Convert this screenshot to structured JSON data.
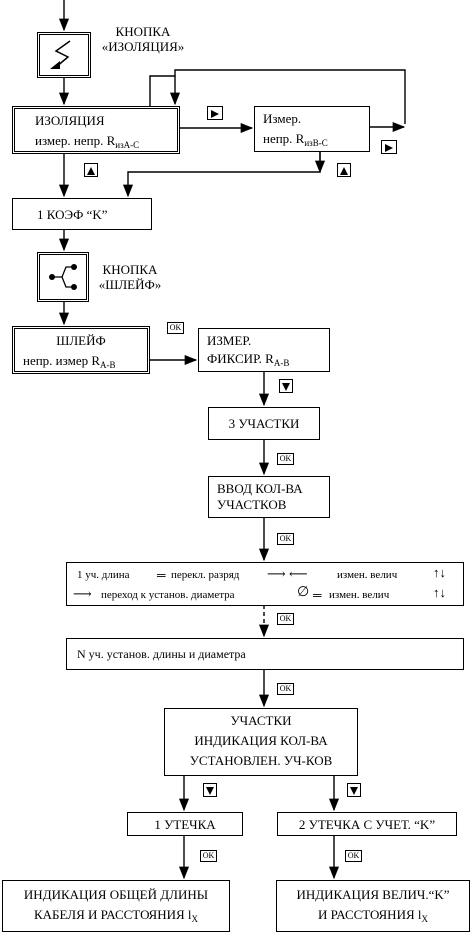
{
  "diagram": {
    "button_isolation": {
      "line1": "КНОПКА",
      "line2": "«ИЗОЛЯЦИЯ»"
    },
    "box_isolation": {
      "title": "ИЗОЛЯЦИЯ",
      "text": "измер. непр. R",
      "sub_iz": "из",
      "sub_ac": "A-C"
    },
    "box_measure_bc": {
      "line1": "Измер.",
      "line2": "непр. R",
      "sub_iz": "из",
      "sub_bc": "B-C"
    },
    "box_coef": {
      "text": "1 КОЭФ “K”"
    },
    "button_loop": {
      "line1": "КНОПКА",
      "line2": "«ШЛЕЙФ»"
    },
    "box_loop": {
      "title": "ШЛЕЙФ",
      "text": "непр. измер R",
      "sub": "A-B"
    },
    "box_measure_fix": {
      "line1": "ИЗМЕР.",
      "line2": "ФИКСИР. R",
      "sub": "A-B"
    },
    "box_sections": {
      "text": "3 УЧАСТКИ"
    },
    "box_enter_count": {
      "line1": "ВВОД КОЛ-ВА",
      "line2": "УЧАСТКОВ"
    },
    "box_section1": {
      "r1_a": "1 уч. длина",
      "r1_b": "перекл. разряд",
      "r1_c": "измен. велич",
      "r2_a": "переход к установ. диаметра",
      "r2_b": "измен. велич"
    },
    "box_sectionN": {
      "text": "N уч. установ. длины и диаметра"
    },
    "box_indication": {
      "line1": "УЧАСТКИ",
      "line2": "ИНДИКАЦИЯ КОЛ-ВА",
      "line3": "УСТАНОВЛЕН. УЧ-КОВ"
    },
    "box_leak1": {
      "text": "1 УТЕЧКА"
    },
    "box_leak2": {
      "text": "2 УТЕЧКА С УЧЕТ. “K”"
    },
    "box_result1": {
      "line1": "ИНДИКАЦИЯ ОБЩЕЙ ДЛИНЫ",
      "line2": "КАБЕЛЯ И РАССТОЯНИЯ l",
      "sub": "X"
    },
    "box_result2": {
      "line1": "ИНДИКАЦИЯ ВЕЛИЧ.“K”",
      "line2": "И РАССТОЯНИЯ l",
      "sub": "X"
    },
    "ok_label": "OK"
  }
}
